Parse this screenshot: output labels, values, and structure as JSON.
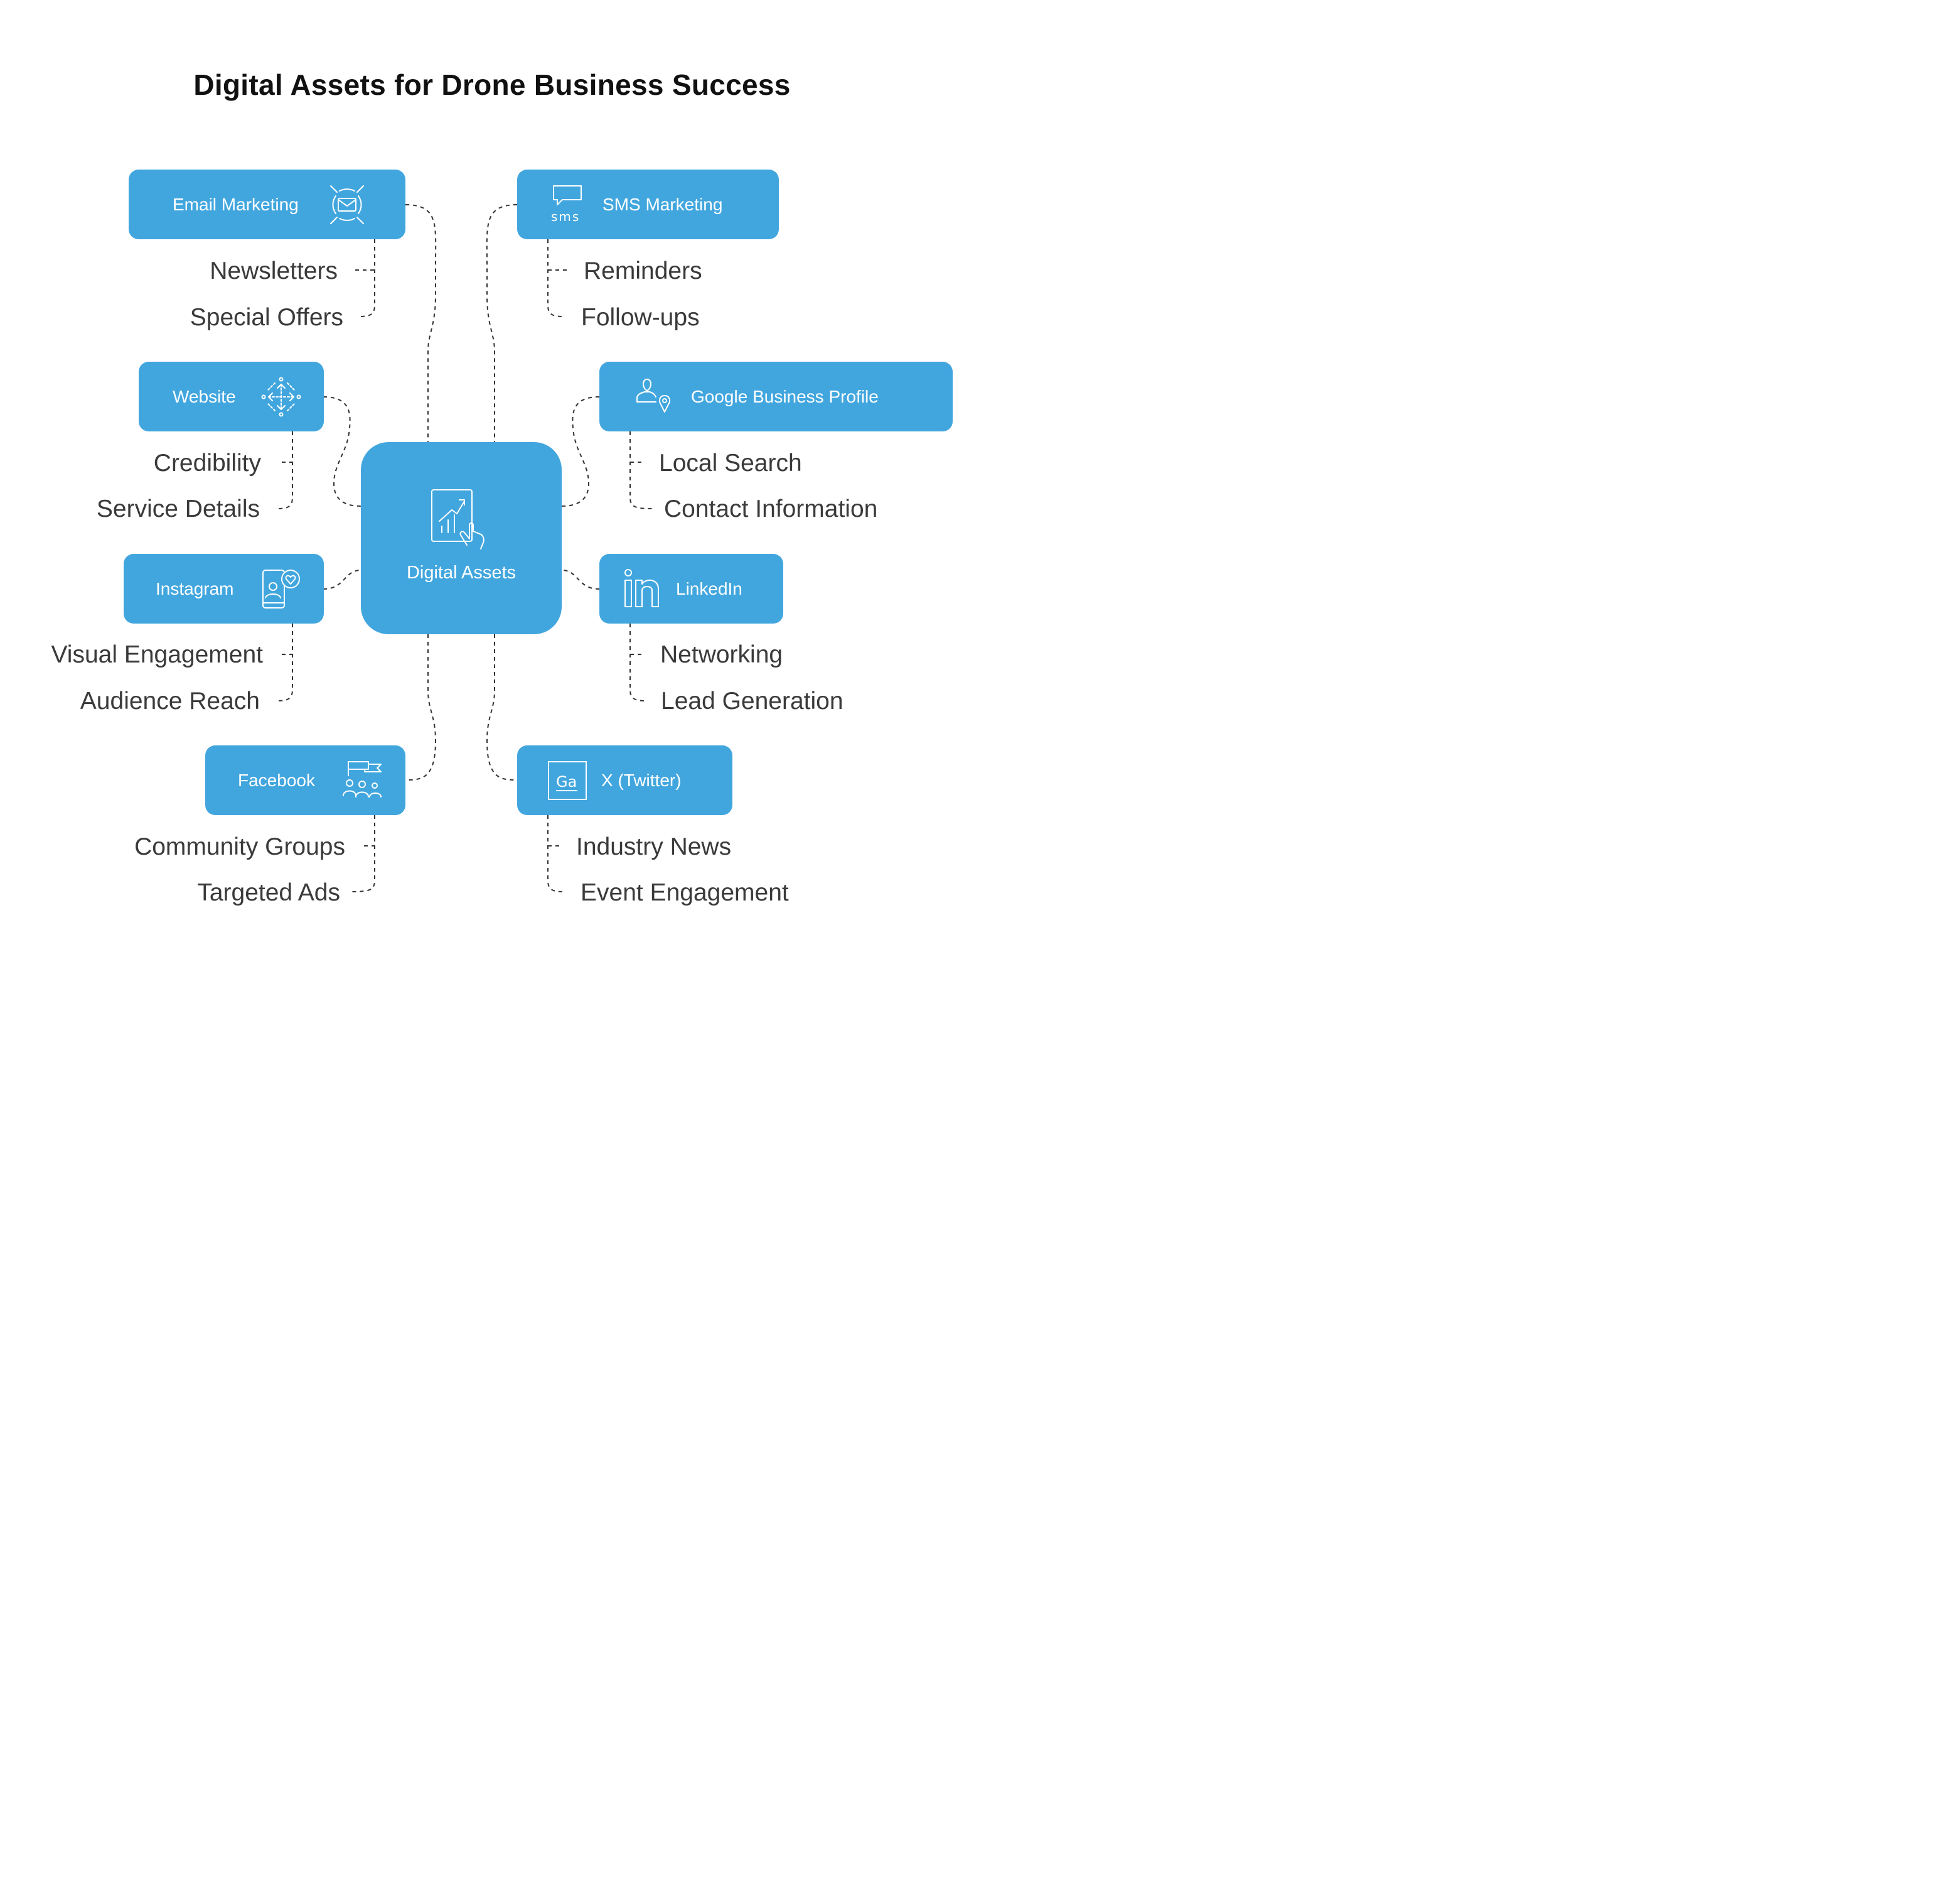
{
  "title": "Digital Assets for Drone Business Success",
  "center": {
    "label": "Digital Assets",
    "icon": "tablet-growth-chart-icon"
  },
  "colors": {
    "node": "#42a6de",
    "text_on_node": "#ffffff",
    "item_text": "#3a3a3a",
    "connector": "#333333"
  },
  "branches": [
    {
      "label": "Email Marketing",
      "icon": "envelope-target-icon",
      "items": [
        "Newsletters",
        "Special Offers"
      ]
    },
    {
      "label": "SMS Marketing",
      "icon": "sms-chat-bubble-icon",
      "items": [
        "Reminders",
        "Follow-ups"
      ]
    },
    {
      "label": "Website",
      "icon": "move-arrows-icon",
      "items": [
        "Credibility",
        "Service Details"
      ]
    },
    {
      "label": "Google Business Profile",
      "icon": "person-location-pin-icon",
      "items": [
        "Local Search",
        "Contact Information"
      ]
    },
    {
      "label": "Instagram",
      "icon": "phone-user-heart-icon",
      "items": [
        "Visual Engagement",
        "Audience Reach"
      ]
    },
    {
      "label": "LinkedIn",
      "icon": "linkedin-in-icon",
      "items": [
        "Networking",
        "Lead Generation"
      ]
    },
    {
      "label": "Facebook",
      "icon": "group-flag-icon",
      "items": [
        "Community Groups",
        "Targeted Ads"
      ]
    },
    {
      "label": "X (Twitter)",
      "icon": "font-ga-icon",
      "items": [
        "Industry News",
        "Event Engagement"
      ]
    }
  ]
}
